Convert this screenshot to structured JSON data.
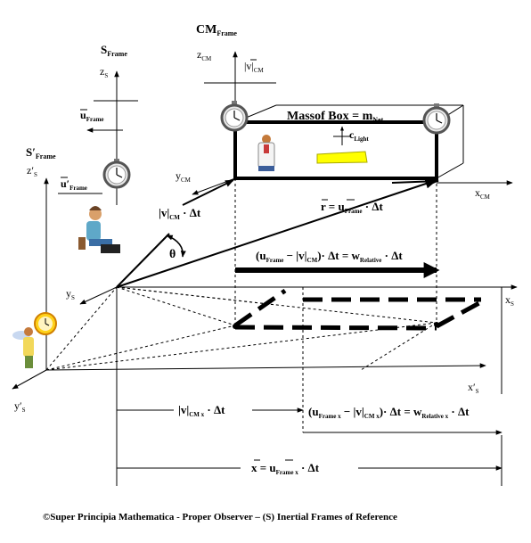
{
  "frames": {
    "s_frame": {
      "main": "S",
      "sub": "Frame"
    },
    "s_prime_frame": {
      "main": "S′",
      "sub": "Frame"
    },
    "cm_frame": {
      "main": "CM",
      "sub": "Frame"
    }
  },
  "axes": {
    "z_s": {
      "main": "z",
      "sub": "S"
    },
    "z_s_prime": {
      "main": "z′",
      "sub": "S"
    },
    "z_cm": {
      "main": "z",
      "sub": "CM"
    },
    "y_cm": {
      "main": "y",
      "sub": "CM"
    },
    "x_cm": {
      "main": "x",
      "sub": "CM"
    },
    "y_s": {
      "main": "y",
      "sub": "S"
    },
    "x_s": {
      "main": "x",
      "sub": "S"
    },
    "x_s_prime": {
      "main": "x′",
      "sub": "S"
    },
    "y_s_prime": {
      "main": "y′",
      "sub": "S"
    }
  },
  "velocities": {
    "u_frame": {
      "main": "u",
      "sub": "Frame"
    },
    "u_frame_prime": {
      "main": "u′",
      "sub": "Frame"
    },
    "v_cm": {
      "main": "|v|",
      "sub": "CM"
    }
  },
  "box": {
    "label_main": "Massof Box = m",
    "label_sub": "Net",
    "light": {
      "main": "c",
      "sub": "Light"
    },
    "beam_color": "#ffff00"
  },
  "equations": {
    "vcm_dt": {
      "p1": "|v|",
      "s1": "CM",
      "p2": " · Δt"
    },
    "r_eq": {
      "p1": "r  =  u",
      "s1": "Frame",
      "p2": " · Δt"
    },
    "theta": "θ",
    "rel_eq": {
      "p1": "(u",
      "s1": "Frame",
      "p2": " − |v|",
      "s2": "CM",
      "p3": ")· Δt = w",
      "s3": "Relative",
      "p4": " · Δt"
    },
    "vcmx_dt": {
      "p1": "|v|",
      "s1": "CM x",
      "p2": " · Δt"
    },
    "relx_eq": {
      "p1": "(u",
      "s1": "Frame x",
      "p2": " − |v|",
      "s2": "CM x",
      "p3": ")· Δt = w",
      "s3": "Relative x",
      "p4": " · Δt"
    },
    "x_eq": {
      "p1": "x  =  u",
      "s1": "Frame x",
      "p2": " · Δt"
    }
  },
  "footer": "©Super Principia Mathematica  - Proper Observer  – (S) Inertial Frames of Reference"
}
